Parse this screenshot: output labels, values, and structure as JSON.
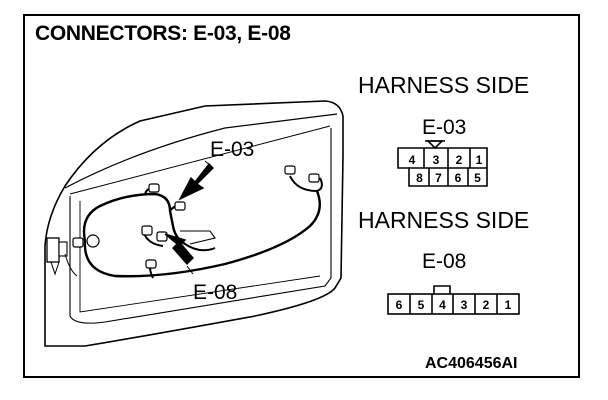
{
  "title": "CONNECTORS: E-03, E-08",
  "code": "AC406456AI",
  "door_labels": {
    "e03": "E-03",
    "e08": "E-08"
  },
  "connector_e03": {
    "side_label": "HARNESS SIDE",
    "name": "E-03",
    "top_row": [
      "4",
      "3",
      "2",
      "1"
    ],
    "bottom_row": [
      "8",
      "7",
      "6",
      "5"
    ]
  },
  "connector_e08": {
    "side_label": "HARNESS SIDE",
    "name": "E-08",
    "pins": [
      "6",
      "5",
      "4",
      "3",
      "2",
      "1"
    ]
  }
}
